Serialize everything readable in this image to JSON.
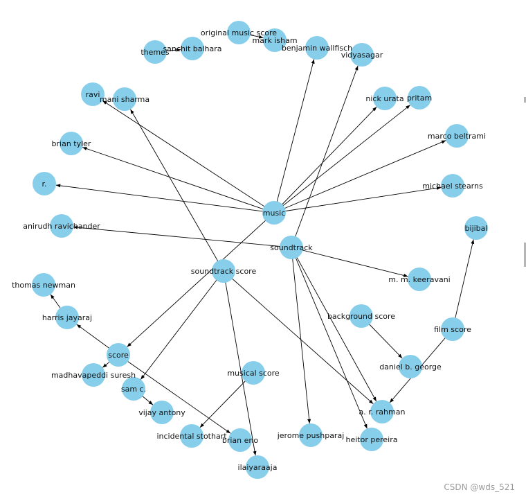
{
  "graph": {
    "node_color": "#87CEEB",
    "edge_color": "#000000",
    "nodes": [
      {
        "id": "music",
        "label": "music"
      },
      {
        "id": "soundtrack",
        "label": "soundtrack"
      },
      {
        "id": "soundtrack_score",
        "label": "soundtrack  score"
      },
      {
        "id": "score",
        "label": "score"
      },
      {
        "id": "musical_score",
        "label": "musical  score"
      },
      {
        "id": "background_score",
        "label": "background score"
      },
      {
        "id": "film_score",
        "label": "film score"
      },
      {
        "id": "original_music_score",
        "label": "original music score"
      },
      {
        "id": "mark_isham",
        "label": "mark isham"
      },
      {
        "id": "themes",
        "label": "themes"
      },
      {
        "id": "sanchit_balhara",
        "label": "sanchit balhara"
      },
      {
        "id": "benjamin_wallfisch",
        "label": "benjamin wallfisch"
      },
      {
        "id": "vidyasagar",
        "label": "vidyasagar"
      },
      {
        "id": "ravi",
        "label": "ravi"
      },
      {
        "id": "mani_sharma",
        "label": "mani sharma"
      },
      {
        "id": "nick_urata",
        "label": "nick urata"
      },
      {
        "id": "pritam",
        "label": "pritam"
      },
      {
        "id": "brian_tyler",
        "label": "brian tyler"
      },
      {
        "id": "marco_beltrami",
        "label": "marco beltrami"
      },
      {
        "id": "r",
        "label": "r."
      },
      {
        "id": "michael_stearns",
        "label": "michael stearns"
      },
      {
        "id": "anirudh_ravichander",
        "label": "anirudh ravichander"
      },
      {
        "id": "bijibal",
        "label": "bijibal"
      },
      {
        "id": "mm_keeravani",
        "label": "m. m. keeravani"
      },
      {
        "id": "thomas_newman",
        "label": "thomas newman"
      },
      {
        "id": "harris_jayaraj",
        "label": "harris jayaraj"
      },
      {
        "id": "daniel_b_george",
        "label": "daniel b. george"
      },
      {
        "id": "madhavapeddi_suresh",
        "label": "madhavapeddi suresh"
      },
      {
        "id": "sam_c",
        "label": "sam c."
      },
      {
        "id": "vijay_antony",
        "label": "vijay antony"
      },
      {
        "id": "ar_rahman",
        "label": "a. r. rahman"
      },
      {
        "id": "incidental_stothart",
        "label": "incidental  stothart"
      },
      {
        "id": "brian_eno",
        "label": "brian eno"
      },
      {
        "id": "jerome_pushparaj",
        "label": "jerome pushparaj"
      },
      {
        "id": "heitor_pereira",
        "label": "heitor pereira"
      },
      {
        "id": "ilaiyaraaja",
        "label": "ilaiyaraaja"
      }
    ],
    "edges": [
      [
        "themes",
        "sanchit_balhara"
      ],
      [
        "original_music_score",
        "mark_isham"
      ],
      [
        "music",
        "benjamin_wallfisch"
      ],
      [
        "music",
        "nick_urata"
      ],
      [
        "music",
        "pritam"
      ],
      [
        "music",
        "marco_beltrami"
      ],
      [
        "music",
        "michael_stearns"
      ],
      [
        "music",
        "r"
      ],
      [
        "music",
        "brian_tyler"
      ],
      [
        "music",
        "ravi"
      ],
      [
        "music",
        "score"
      ],
      [
        "soundtrack",
        "vidyasagar"
      ],
      [
        "soundtrack",
        "anirudh_ravichander"
      ],
      [
        "soundtrack",
        "mm_keeravani"
      ],
      [
        "soundtrack",
        "ar_rahman"
      ],
      [
        "soundtrack",
        "heitor_pereira"
      ],
      [
        "soundtrack",
        "jerome_pushparaj"
      ],
      [
        "soundtrack_score",
        "mani_sharma"
      ],
      [
        "soundtrack_score",
        "sam_c"
      ],
      [
        "soundtrack_score",
        "ilaiyaraaja"
      ],
      [
        "soundtrack_score",
        "ar_rahman"
      ],
      [
        "score",
        "harris_jayaraj"
      ],
      [
        "score",
        "madhavapeddi_suresh"
      ],
      [
        "score",
        "brian_eno"
      ],
      [
        "harris_jayaraj",
        "thomas_newman"
      ],
      [
        "sam_c",
        "vijay_antony"
      ],
      [
        "musical_score",
        "incidental_stothart"
      ],
      [
        "background_score",
        "daniel_b_george"
      ],
      [
        "film_score",
        "bijibal"
      ],
      [
        "film_score",
        "ar_rahman"
      ]
    ]
  },
  "watermark": "CSDN @wds_521"
}
